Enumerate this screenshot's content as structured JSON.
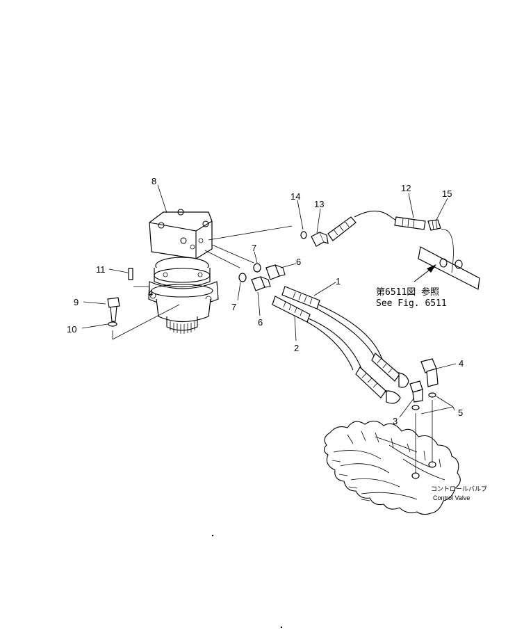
{
  "callouts": {
    "p1": "1",
    "p2": "2",
    "p3": "3",
    "p4a": "4",
    "p4b": "4",
    "p5": "5",
    "p6a": "6",
    "p6b": "6",
    "p7a": "7",
    "p7b": "7",
    "p8": "8",
    "p9": "9",
    "p10": "10",
    "p11": "11",
    "p12": "12",
    "p13": "13",
    "p14": "14",
    "p15": "15"
  },
  "reference": {
    "jp": "第6511図 参照",
    "en": "See Fig. 6511"
  },
  "control_valve": {
    "jp": "コントロールバルブ",
    "en": "Control Valve"
  }
}
